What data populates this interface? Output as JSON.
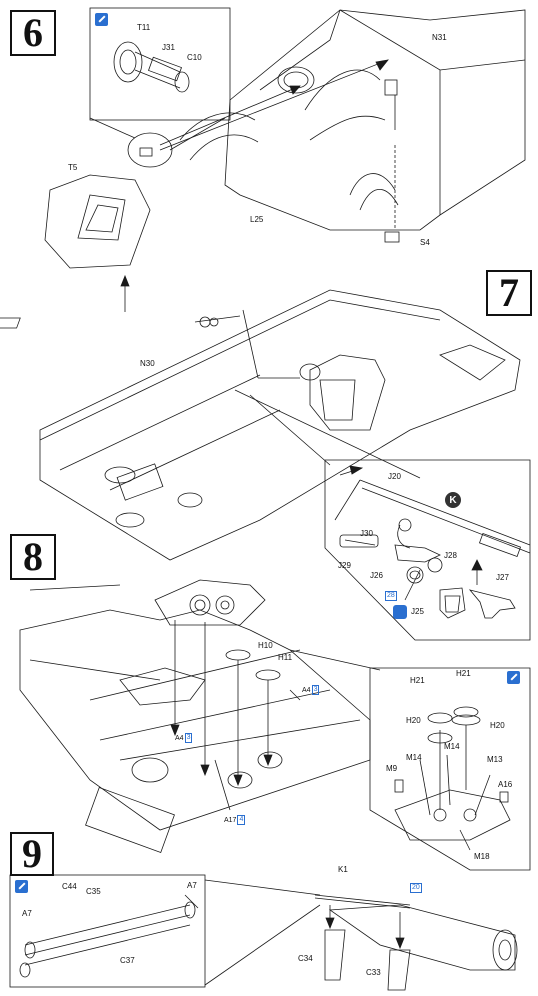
{
  "steps": {
    "s6": "6",
    "s7": "7",
    "s8": "8",
    "s9": "9"
  },
  "parts": {
    "t11": "T11",
    "j31": "J31",
    "c10": "C10",
    "n31": "N31",
    "t5": "T5",
    "l25": "L25",
    "s4": "S4",
    "n30": "N30",
    "j20": "J20",
    "j30": "J30",
    "j29": "J29",
    "j26": "J26",
    "j28": "J28",
    "j27": "J27",
    "j25": "J25",
    "k_marker": "K",
    "h10": "H10",
    "h11": "H11",
    "a4_right": "A4",
    "a4_left": "A4",
    "a17": "A17",
    "h21a": "H21",
    "h21b": "H21",
    "h20a": "H20",
    "h20b": "H20",
    "m14a": "M14",
    "m14b": "M14",
    "m13": "M13",
    "m9": "M9",
    "a16": "A16",
    "m18": "M18",
    "c44": "C44",
    "c35": "C35",
    "a7_left": "A7",
    "a7_right": "A7",
    "c37": "C37",
    "k1": "K1",
    "c34": "C34",
    "c33": "C33"
  },
  "refs": {
    "a4_right_num": "3",
    "a4_left_num": "3",
    "a17_num": "4",
    "j28_ref": "28",
    "k1_ref": "20"
  },
  "colors": {
    "line": "#1a1a1a",
    "accent": "#2a6fd0",
    "paper": "#ffffff"
  }
}
